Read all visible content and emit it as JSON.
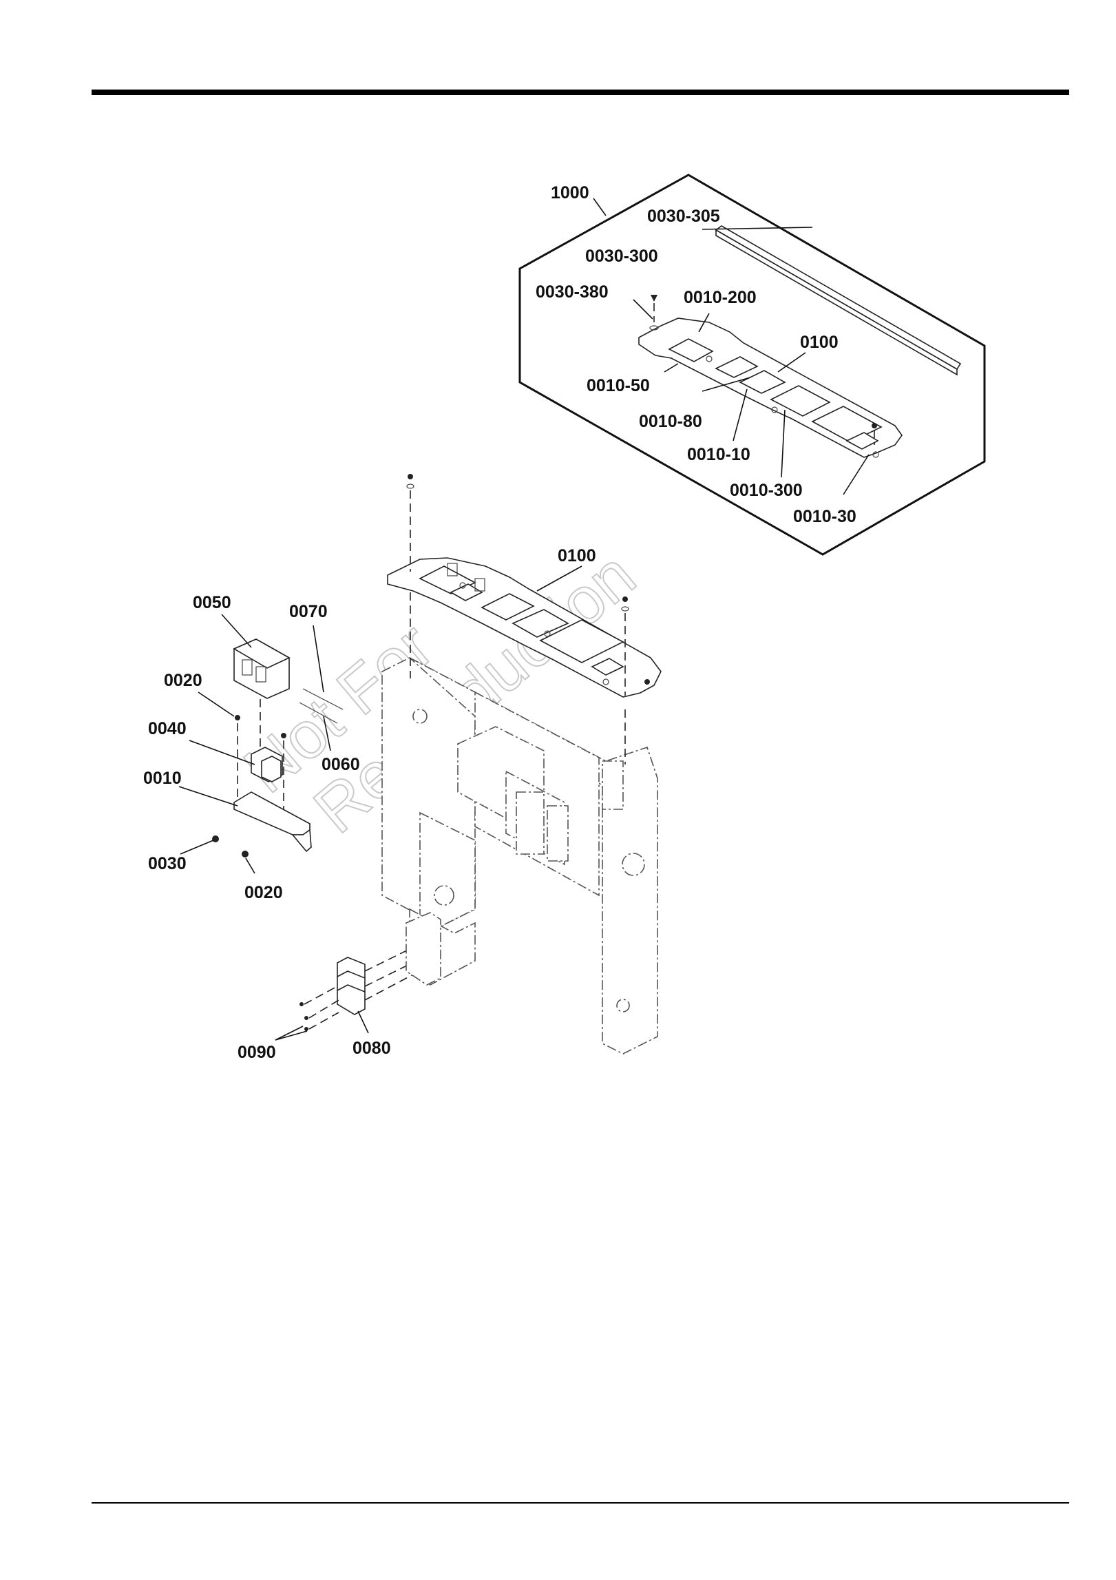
{
  "labels": {
    "detail_assembly": "1000",
    "detail_0030_305": "0030-305",
    "detail_0030_300": "0030-300",
    "detail_0030_380": "0030-380",
    "detail_0010_200": "0010-200",
    "detail_0100": "0100",
    "detail_0010_50": "0010-50",
    "detail_0010_80": "0010-80",
    "detail_0010_10": "0010-10",
    "detail_0010_300": "0010-300",
    "detail_0010_30": "0010-30",
    "main_0100": "0100",
    "main_0050": "0050",
    "main_0070": "0070",
    "main_0020_top": "0020",
    "main_0040": "0040",
    "main_0060": "0060",
    "main_0010": "0010",
    "main_0030": "0030",
    "main_0020_bottom": "0020",
    "main_0090": "0090",
    "main_0080": "0080"
  },
  "watermark": {
    "line1": "Not For",
    "line2": "Reproduction"
  },
  "colors": {
    "rule": "#000000",
    "ink": "#111111",
    "watermark": "#c9c9c9"
  }
}
